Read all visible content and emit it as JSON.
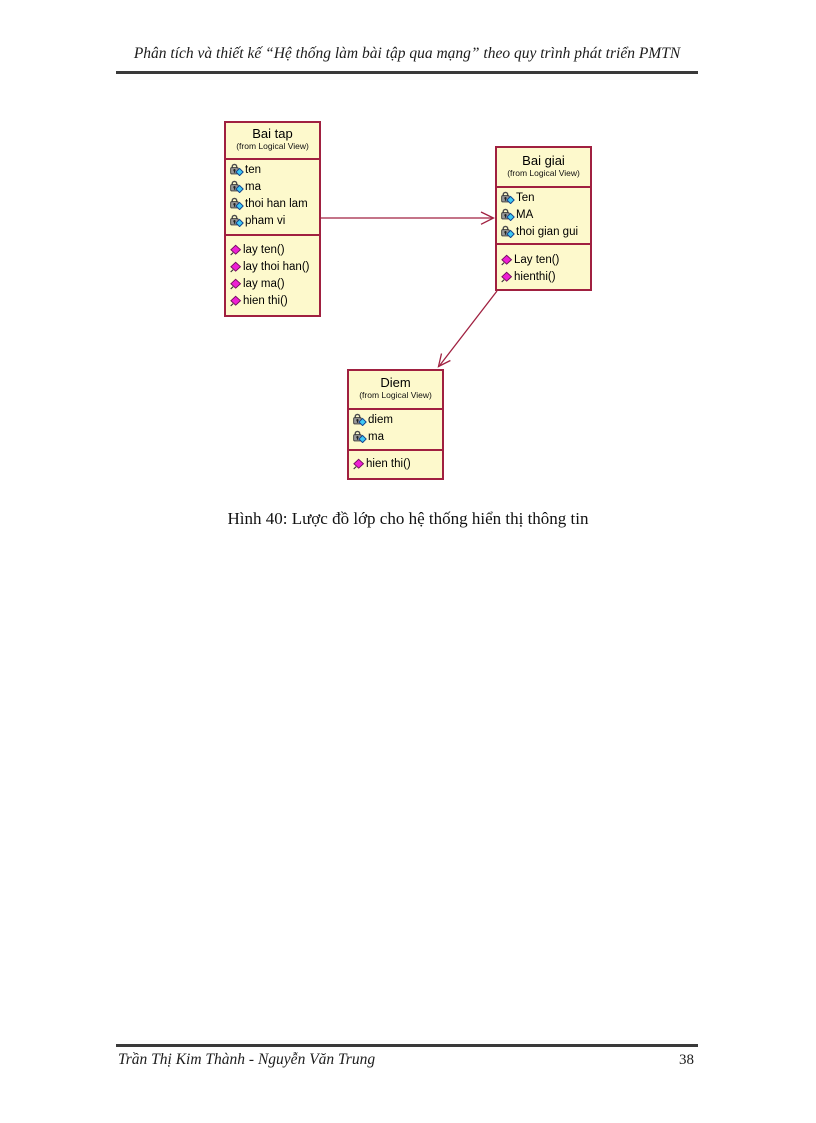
{
  "header": {
    "title": "Phân tích và thiết kế “Hệ thống làm bài tập qua mạng” theo quy trình phát triển PMTN"
  },
  "caption": "Hình 40: Lược đồ lớp cho hệ thống hiển thị thông tin",
  "diagram": {
    "classes": [
      {
        "name": "Bai tap",
        "stereotype": "(from Logical View)",
        "attributes": [
          "ten",
          "ma",
          "thoi han lam",
          "pham vi"
        ],
        "operations": [
          "lay ten()",
          "lay thoi han()",
          "lay ma()",
          "hien thi()"
        ]
      },
      {
        "name": "Bai giai",
        "stereotype": "(from Logical View)",
        "attributes": [
          "Ten",
          "MA",
          "thoi gian gui"
        ],
        "operations": [
          "Lay ten()",
          "hienthi()"
        ]
      },
      {
        "name": "Diem",
        "stereotype": "(from Logical View)",
        "attributes": [
          "diem",
          "ma"
        ],
        "operations": [
          "hien thi()"
        ]
      }
    ],
    "relations": [
      {
        "from": "Bai tap",
        "to": "Bai giai",
        "type": "directed-association"
      },
      {
        "from": "Bai giai",
        "to": "Diem",
        "type": "directed-association"
      }
    ],
    "icons": {
      "attribute": "private-attribute-lock-icon",
      "operation": "operation-diamond-icon"
    },
    "colors": {
      "class_fill": "#FDF9CC",
      "class_border": "#A02040",
      "association_line": "#A02040",
      "attribute_icon_diamond": "#3CC9F5",
      "operation_icon_diamond": "#EE1FD3",
      "rule_color": "#3A3A3A"
    }
  },
  "footer": {
    "authors": "Trần Thị Kim Thành - Nguyễn Văn Trung",
    "page_number": "38"
  }
}
